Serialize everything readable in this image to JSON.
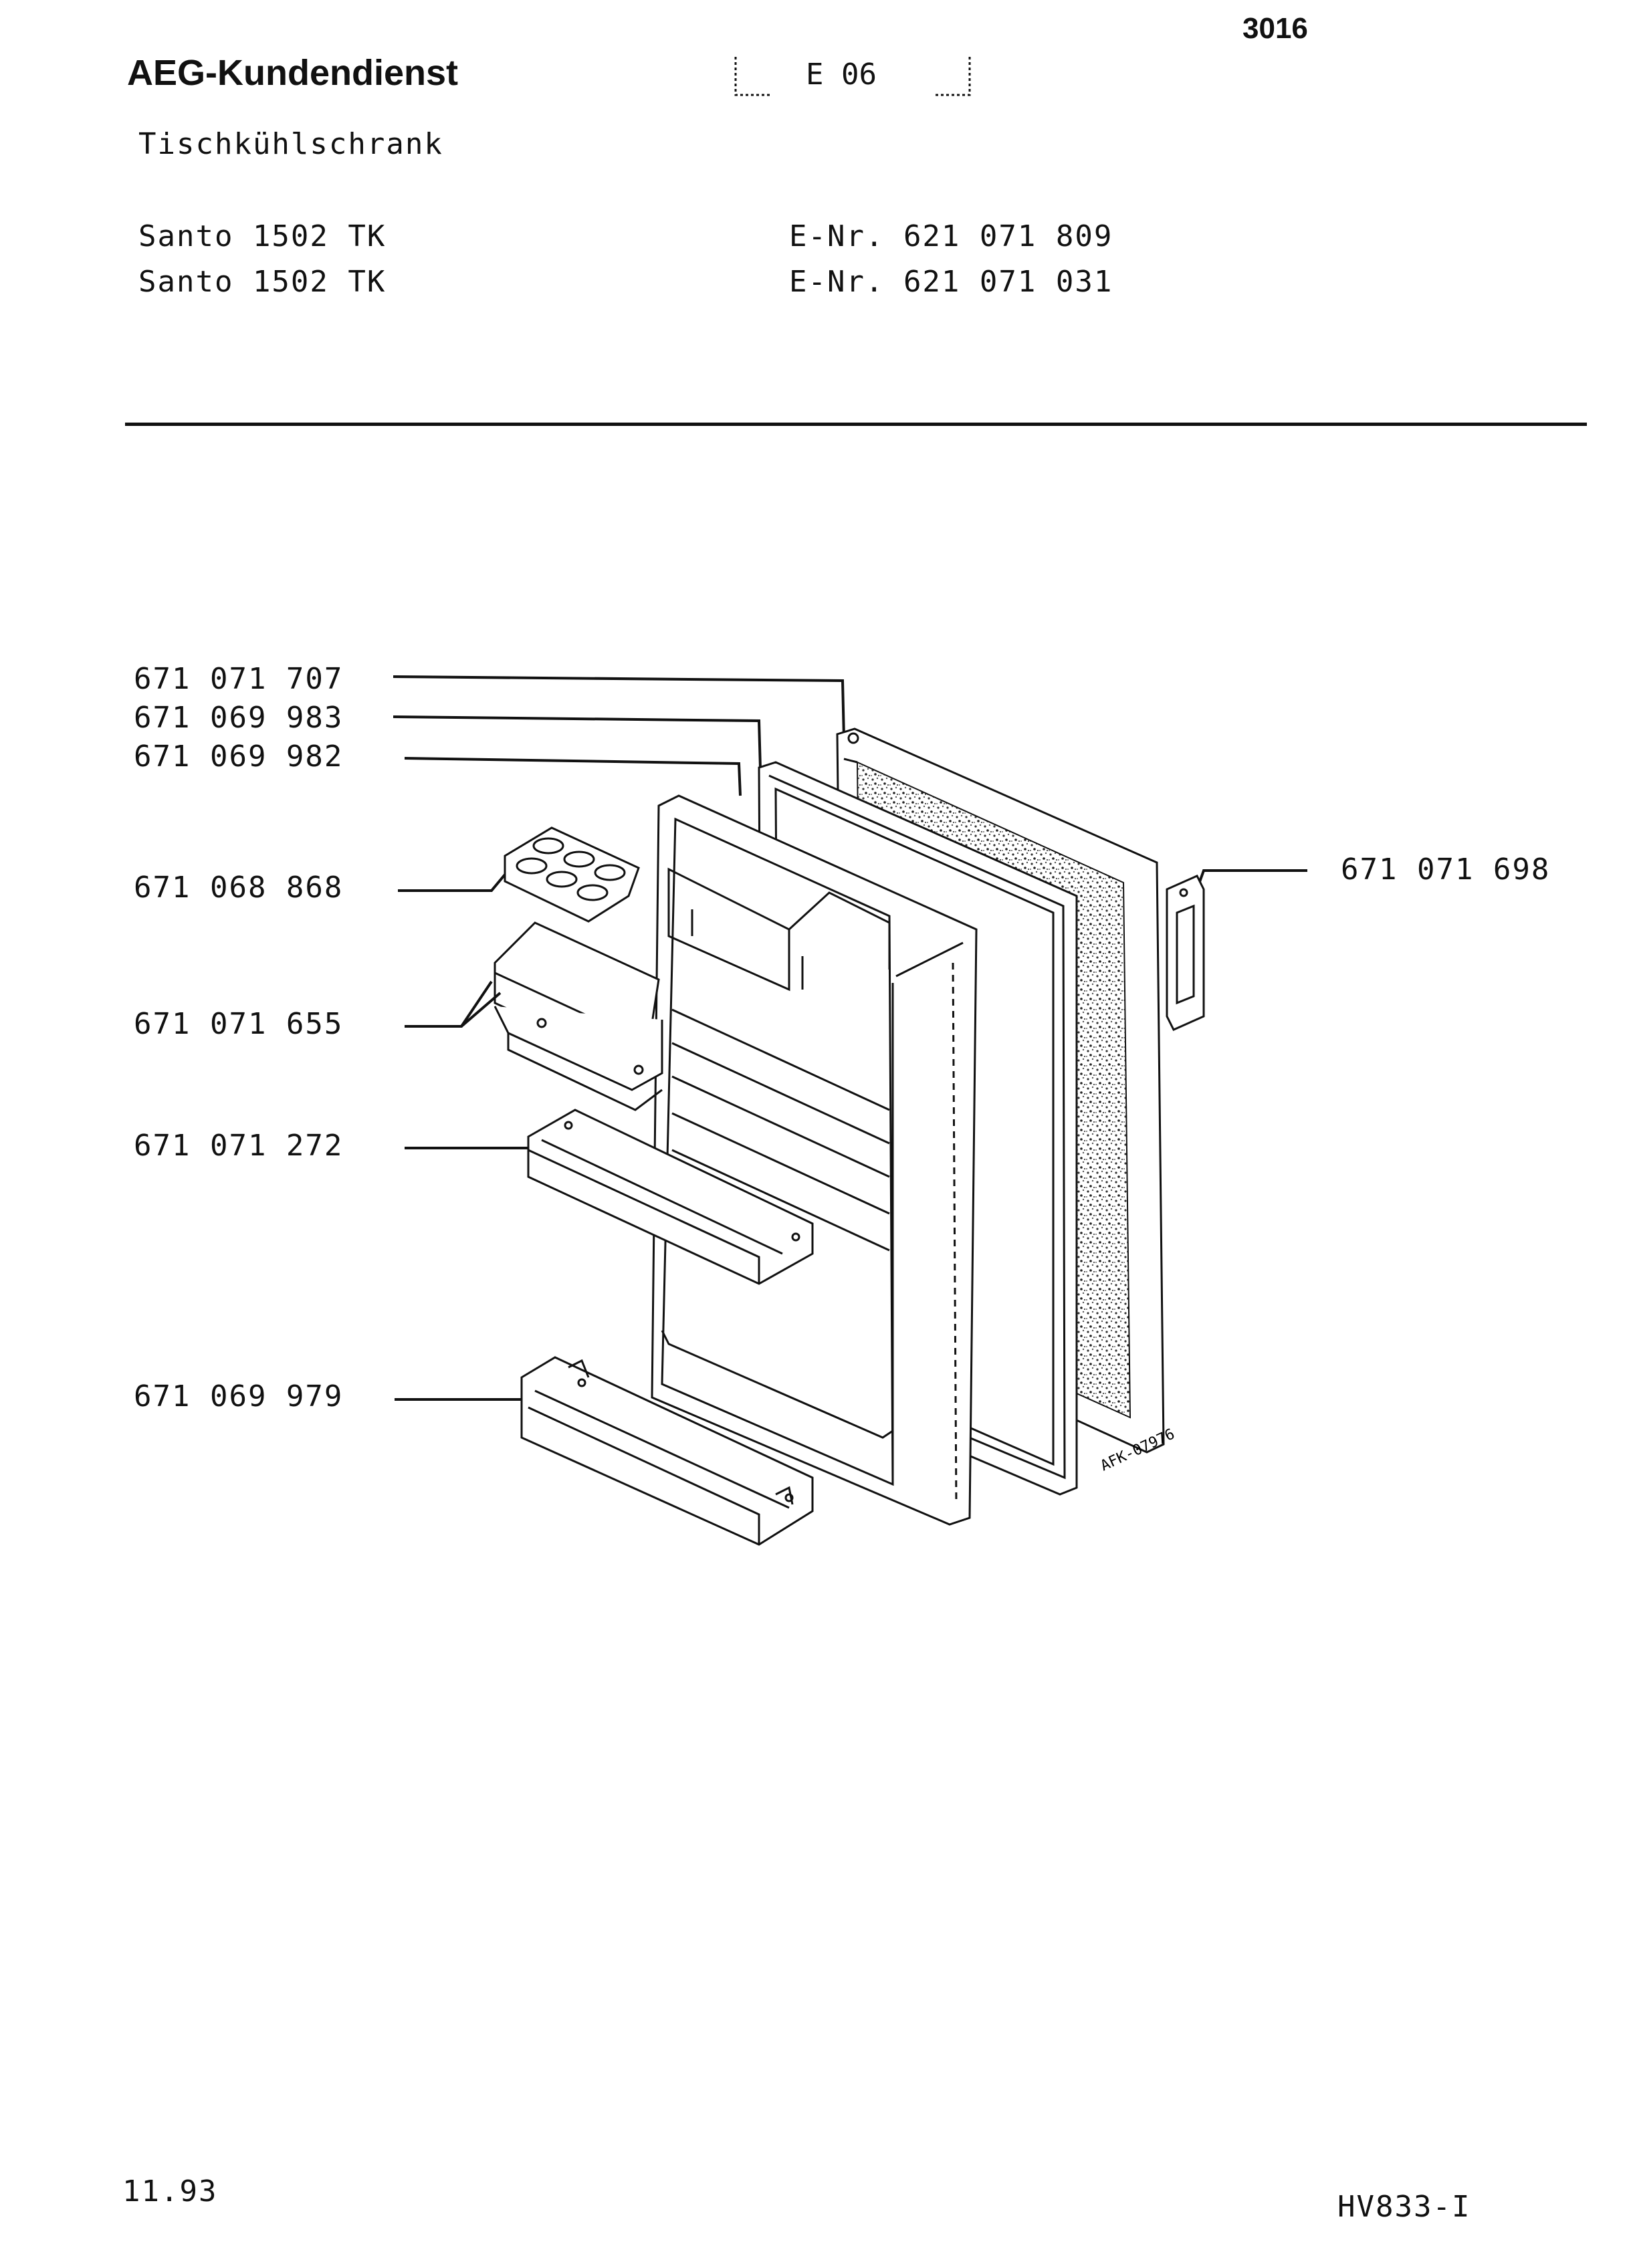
{
  "header": {
    "page_number": "3016",
    "brand": "AEG-Kundendienst",
    "section_code": "E 06",
    "appliance_type": "Tischkühlschrank"
  },
  "models": [
    {
      "name": "Santo 1502 TK",
      "enr": "E-Nr. 621 071 809"
    },
    {
      "name": "Santo 1502 TK",
      "enr": "E-Nr. 621 071 031"
    }
  ],
  "parts": [
    {
      "number": "671 071 707"
    },
    {
      "number": "671 069 983"
    },
    {
      "number": "671 069 982"
    },
    {
      "number": "671 068 868"
    },
    {
      "number": "671 071 655"
    },
    {
      "number": "671 071 272"
    },
    {
      "number": "671 069 979"
    },
    {
      "number": "671 071 698"
    }
  ],
  "drawing_code": "AFK-07976",
  "footer": {
    "date": "11.93",
    "doc_code": "HV833-I"
  }
}
